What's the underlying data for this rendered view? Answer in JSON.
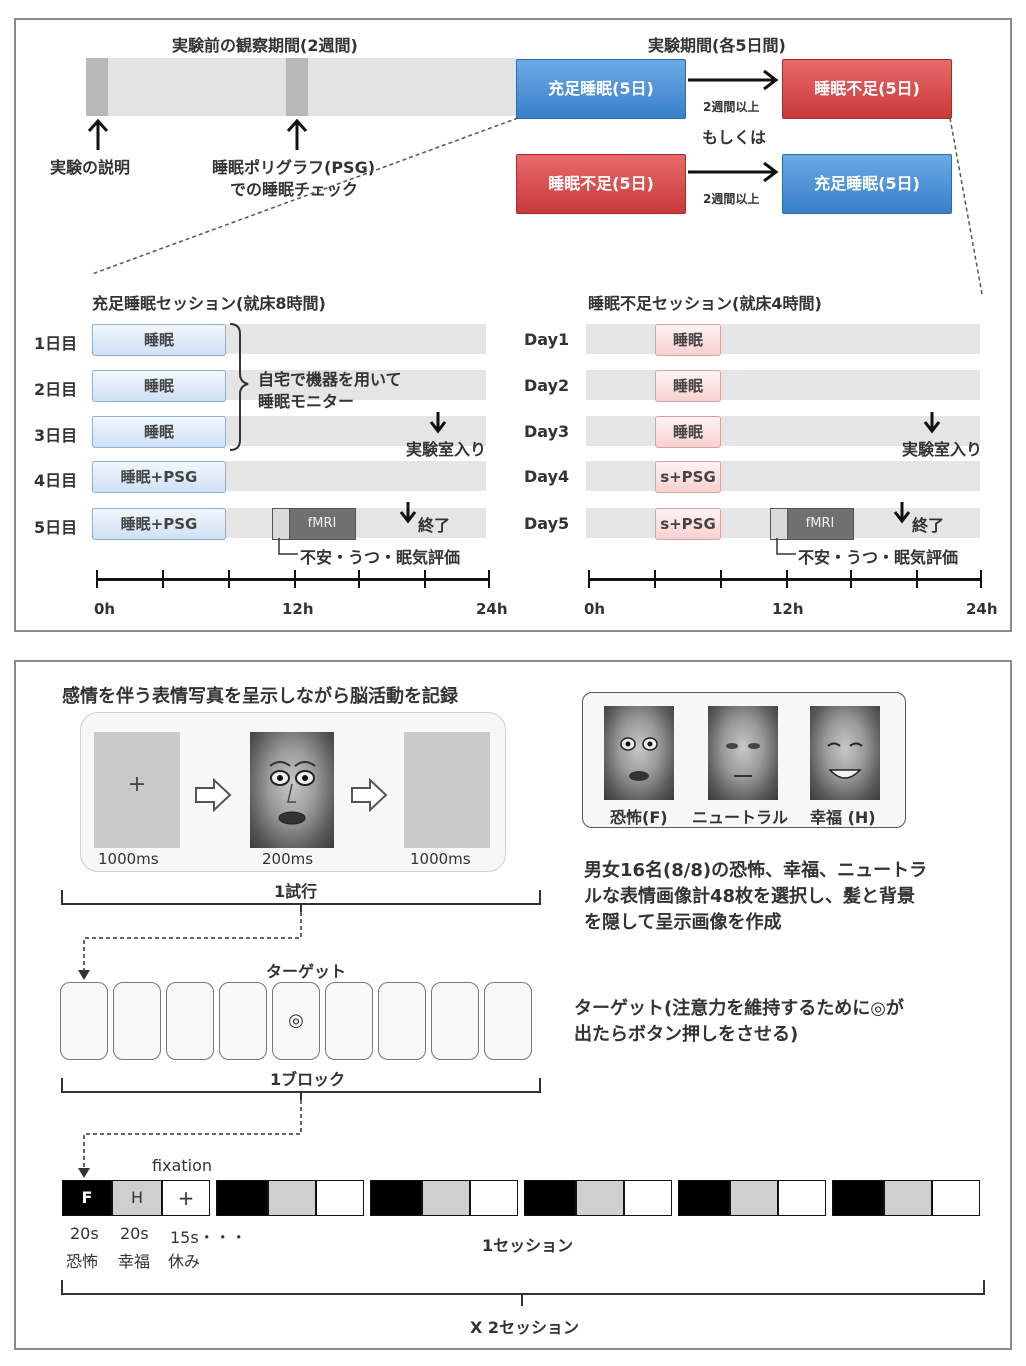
{
  "top": {
    "obs_period_label": "実験前の観察期間(2週間)",
    "exp_period_label": "実験期間(各5日間)",
    "marker1_label": "実験の説明",
    "marker2_label_line1": "睡眠ポリグラフ(PSG)",
    "marker2_label_line2": "での睡眠チェック",
    "order1": {
      "first": "充足睡眠(5日)",
      "gap": "2週間以上",
      "second": "睡眠不足(5日)"
    },
    "or_label": "もしくは",
    "order2": {
      "first": "睡眠不足(5日)",
      "gap": "2週間以上",
      "second": "充足睡眠(5日)"
    },
    "colors": {
      "blue": "#3a7fc7",
      "red": "#c9393a"
    }
  },
  "left_session": {
    "title": "充足睡眠セッション(就床8時間)",
    "days": [
      "1日目",
      "2日目",
      "3日目",
      "4日目",
      "5日目"
    ],
    "boxes": [
      "睡眠",
      "睡眠",
      "睡眠",
      "睡眠+PSG",
      "睡眠+PSG"
    ],
    "home_note_line1": "自宅で機器を用いて",
    "home_note_line2": "睡眠モニター",
    "lab_entry": "実験室入り",
    "end": "終了",
    "fmri": "fMRI",
    "eval": "不安・うつ・眠気評価",
    "axis": [
      "0h",
      "12h",
      "24h"
    ]
  },
  "right_session": {
    "title": "睡眠不足セッション(就床4時間)",
    "days": [
      "Day1",
      "Day2",
      "Day3",
      "Day4",
      "Day5"
    ],
    "boxes": [
      "睡眠",
      "睡眠",
      "睡眠",
      "s+PSG",
      "s+PSG"
    ],
    "lab_entry": "実験室入り",
    "end": "終了",
    "fmri": "fMRI",
    "eval": "不安・うつ・眠気評価",
    "axis": [
      "0h",
      "12h",
      "24h"
    ]
  },
  "bottom": {
    "record_title": "感情を伴う表情写真を呈示しながら脳活動を記録",
    "fixation_symbol": "+",
    "durations": [
      "1000ms",
      "200ms",
      "1000ms"
    ],
    "trial_label": "1試行",
    "face_labels": [
      "恐怖(F)",
      "ニュートラル",
      "幸福 (H)"
    ],
    "desc_line1": "男女16名(8/8)の恐怖、幸福、ニュートラ",
    "desc_line2": "ルな表情画像計48枚を選択し、髪と背景",
    "desc_line3": "を隠して呈示画像を作成",
    "target_label": "ターゲット",
    "target_symbol": "◎",
    "target_desc_line1": "ターゲット(注意力を維持するために◎が",
    "target_desc_line2": "出たらボタン押しをさせる)",
    "block_label": "1ブロック",
    "fixation_label": "fixation",
    "seq_letters": [
      "F",
      "H",
      "+"
    ],
    "seq_times": [
      "20s",
      "20s",
      "15s・・・"
    ],
    "seq_names": [
      "恐怖",
      "幸福",
      "休み"
    ],
    "session_label": "1セッション",
    "total_label": "X 2セッション"
  }
}
